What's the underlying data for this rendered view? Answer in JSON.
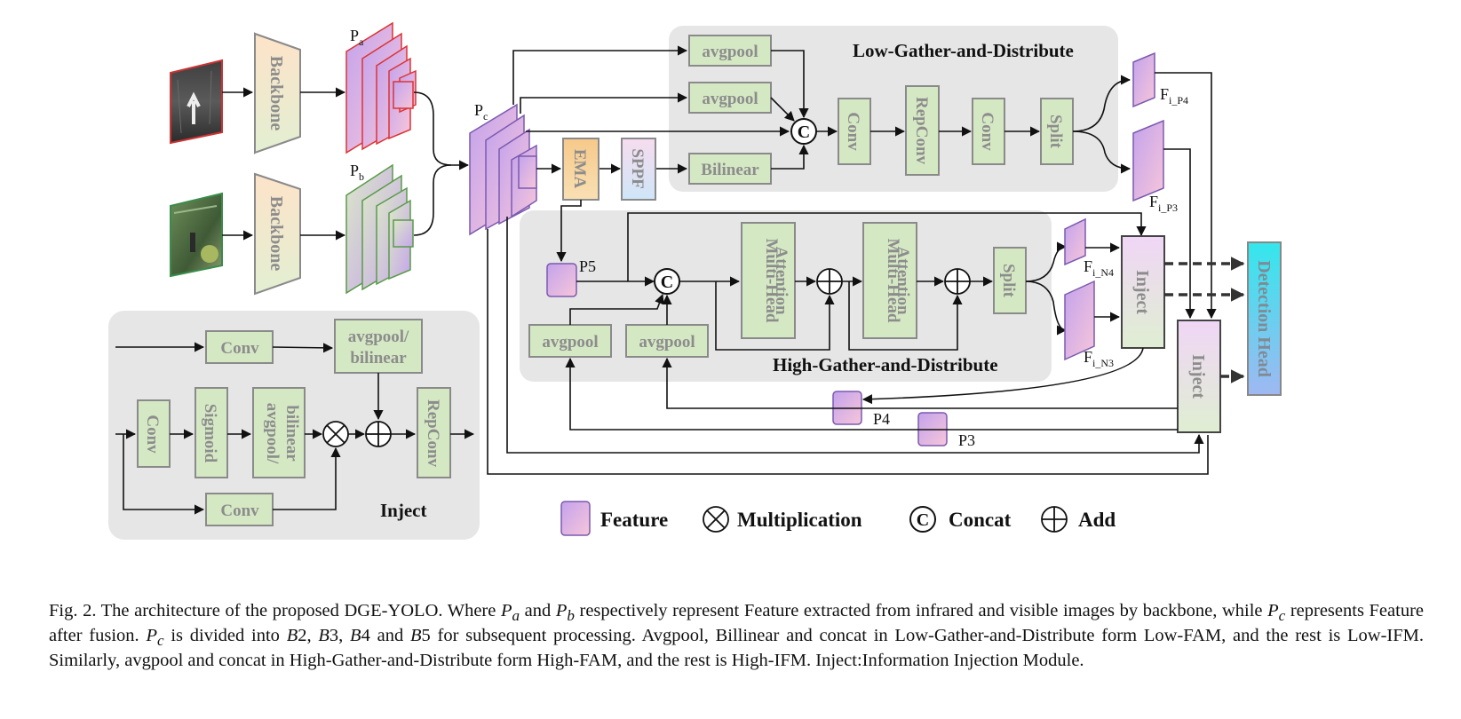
{
  "panels": {
    "low": "Low-Gather-and-Distribute",
    "high": "High-Gather-and-Distribute",
    "inject": "Inject"
  },
  "blocks": {
    "backbone": "Backbone",
    "avgpool": "avgpool",
    "bilinear": "Bilinear",
    "conv": "Conv",
    "repconv": "RepConv",
    "split": "Split",
    "ema": "EMA",
    "sppf": "SPPF",
    "mha_line1": "Multi-Head",
    "mha_line2": "Attention",
    "inject": "Inject",
    "detection_head": "Detection Head",
    "sigmoid": "Sigmoid",
    "avgpool_bilinear_line1": "avgpool/",
    "avgpool_bilinear_line2": "bilinear",
    "concat_symbol": "C"
  },
  "features": {
    "pa": "P",
    "pa_sub": "a",
    "pb": "P",
    "pb_sub": "b",
    "pc": "P",
    "pc_sub": "c",
    "p5": "P5",
    "p4": "P4",
    "p3": "P3",
    "fi": "F",
    "fi_p4": "i_P4",
    "fi_p3": "i_P3",
    "fi_n4": "i_N4",
    "fi_n3": "i_N3"
  },
  "legend": {
    "feature": "Feature",
    "multiplication": "Multiplication",
    "concat": "Concat",
    "add": "Add"
  },
  "caption": {
    "p1": "Fig. 2.  The architecture of the proposed DGE-YOLO. Where ",
    "v_pa": "P",
    "s_a": "a",
    "p2": " and ",
    "v_pb": "P",
    "s_b": "b",
    "p3": " respectively represent Feature extracted from infrared and visible images by backbone, while ",
    "v_pc1": "P",
    "s_c1": "c",
    "p4": " represents Feature after fusion. ",
    "v_pc2": "P",
    "s_c2": "c",
    "p5": " is divided into ",
    "b2": "B",
    "n2": "2",
    "p6": ", ",
    "b3": "B",
    "n3": "3",
    "p7": ", ",
    "b4": "B",
    "n4": "4",
    "p8": " and ",
    "b5": "B",
    "n5": "5",
    "p9": " for subsequent processing. Avgpool, Billinear and concat in Low-Gather-and-Distribute form Low-FAM, and the rest is Low-IFM. Similarly, avgpool and concat in High-Gather-and-Distribute form High-FAM, and the rest is High-IFM. Inject:Information Injection Module."
  }
}
